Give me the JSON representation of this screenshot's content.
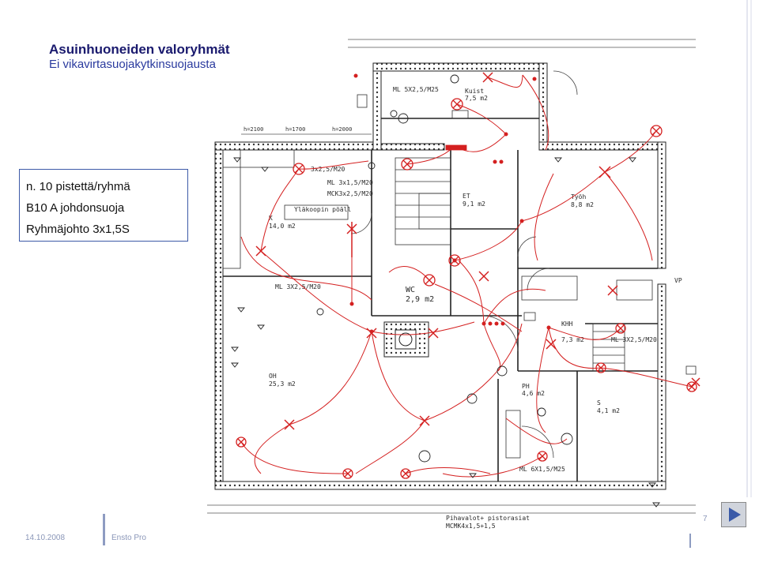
{
  "slide": {
    "title": "Asuinhuoneiden valoryhmät",
    "subtitle": "Ei vikavirtasuojakytkinsuojausta"
  },
  "info_box": {
    "line1": "n. 10 pistettä/ryhmä",
    "line2": "B10 A johdonsuoja",
    "line3": "Ryhmäjohto 3x1,5S"
  },
  "plan_labels": {
    "h1": "h=2100",
    "h2": "h=1700",
    "h3": "h=2000",
    "ml_top": "ML 5X2,5/M25",
    "kuist_name": "Kuist",
    "kuist_area": "7,5 m2",
    "kj": "3x2,5/M20",
    "ml_mid1": "ML 3x1,5/M20",
    "ml_mid2": "MCK3x2,5/M20",
    "ylakoopin": "Yläkoopin pöäll",
    "k_name": "K",
    "k_area": "14,0 m2",
    "et_name": "ET",
    "et_area": "9,1 m2",
    "tyoh_name": "Työh",
    "tyoh_area": "8,8 m2",
    "vp": "VP",
    "ml_left": "ML 3X2,5/M20",
    "wc_name": "WC",
    "wc_area": "2,9 m2",
    "khh_name": "KHH",
    "khh_area": "7,3 m2",
    "ml_right": "ML 3X2,5/M20",
    "oh_name": "OH",
    "oh_area": "25,3 m2",
    "ph_name": "PH",
    "ph_area": "4,6 m2",
    "s_name": "S",
    "s_area": "4,1 m2",
    "ml_bottom": "ML 6X1,5/M25",
    "piha1": "Pihavalot+ pistorasiat",
    "piha2": "MCMK4x1,5+1,5",
    "x_mark": "X"
  },
  "footer": {
    "date": "14.10.2008",
    "brand": "Ensto Pro",
    "page": "7"
  },
  "colors": {
    "title": "#1a1a6e",
    "subtitle": "#2a3a9e",
    "circuit": "#d42020",
    "wall": "#222222",
    "box_border": "#3d5aa8"
  },
  "icons": {
    "next": "play-next-icon"
  }
}
